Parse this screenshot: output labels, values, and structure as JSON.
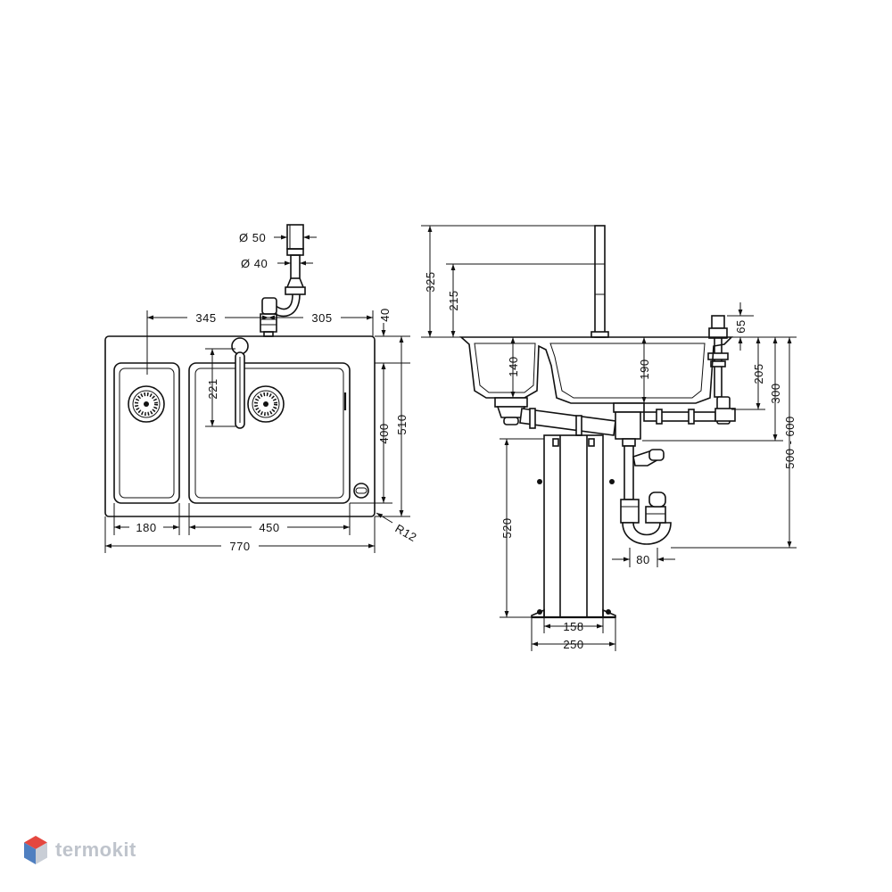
{
  "top_view": {
    "dims": {
      "d50": "Ø 50",
      "d40": "Ø 40",
      "w345": "345",
      "w305": "305",
      "h40": "40",
      "h221": "221",
      "h400": "400",
      "h510": "510",
      "w180": "180",
      "w450": "450",
      "w770": "770",
      "r12": "R12"
    }
  },
  "side_view": {
    "dims": {
      "h325": "325",
      "h215": "215",
      "h140": "140",
      "h190": "190",
      "h65": "65",
      "h205": "205",
      "h300": "300",
      "h500_600": "500 - 600",
      "h520": "520",
      "w80": "80",
      "w158": "158",
      "w250": "250"
    }
  },
  "watermark": {
    "text": "termokit",
    "icon": "termokit-logo-icon",
    "colors": {
      "red": "#e4473f",
      "blue": "#4f7fc0",
      "grey": "#bfc4cc"
    }
  }
}
